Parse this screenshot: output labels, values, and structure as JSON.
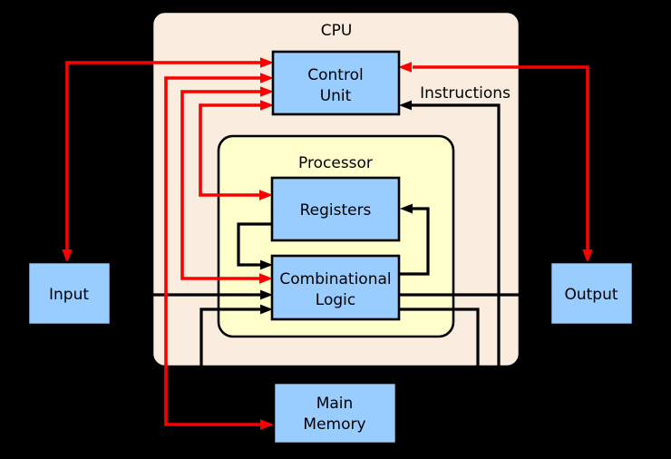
{
  "colors": {
    "background": "#000000",
    "cpu_fill": "#FAEDE0",
    "processor_fill": "#FFFFCC",
    "unit_fill": "#99CCFF",
    "outline": "#000000",
    "control_line_red": "#FB0000",
    "data_line_black": "#000000",
    "label_text": "#000000"
  },
  "nodes": {
    "cpu": {
      "label": "CPU"
    },
    "control_unit": {
      "lines": [
        "Control",
        "Unit"
      ]
    },
    "processor": {
      "label": "Processor"
    },
    "registers": {
      "label": "Registers"
    },
    "combinational_logic": {
      "lines": [
        "Combinational",
        "Logic"
      ]
    },
    "input": {
      "label": "Input"
    },
    "output": {
      "label": "Output"
    },
    "main_memory": {
      "lines": [
        "Main",
        "Memory"
      ]
    }
  },
  "annotations": {
    "instructions": "Instructions"
  },
  "edges": [
    {
      "from": "control_unit",
      "to": "input",
      "style": "control-red",
      "arrowheads": "both-ends"
    },
    {
      "from": "control_unit",
      "to": "main_memory",
      "style": "control-red",
      "arrowheads": "both-ends"
    },
    {
      "from": "control_unit",
      "to": "combinational_logic",
      "style": "control-red",
      "arrowheads": "both-ends"
    },
    {
      "from": "control_unit",
      "to": "registers",
      "style": "control-red",
      "arrowheads": "both-ends"
    },
    {
      "from": "control_unit",
      "to": "output",
      "style": "control-red",
      "arrowheads": "both-ends"
    },
    {
      "from": "main_memory",
      "to": "control_unit",
      "style": "data-black",
      "label": "Instructions",
      "arrowheads": "into-control-unit"
    },
    {
      "from": "registers",
      "to": "combinational_logic",
      "style": "data-black",
      "arrowheads": "into-combinational-logic"
    },
    {
      "from": "combinational_logic",
      "to": "registers",
      "style": "data-black",
      "arrowheads": "into-registers"
    },
    {
      "from": "input",
      "to": "combinational_logic",
      "style": "data-black",
      "arrowheads": "into-combinational-logic"
    },
    {
      "from": "combinational_logic",
      "to": "output",
      "style": "data-black",
      "arrowheads": "none-visible"
    },
    {
      "from": "main_memory",
      "to": "combinational_logic",
      "style": "data-black",
      "arrowheads": "into-combinational-logic"
    },
    {
      "from": "combinational_logic",
      "to": "main_memory",
      "style": "data-black",
      "arrowheads": "none-visible"
    }
  ]
}
